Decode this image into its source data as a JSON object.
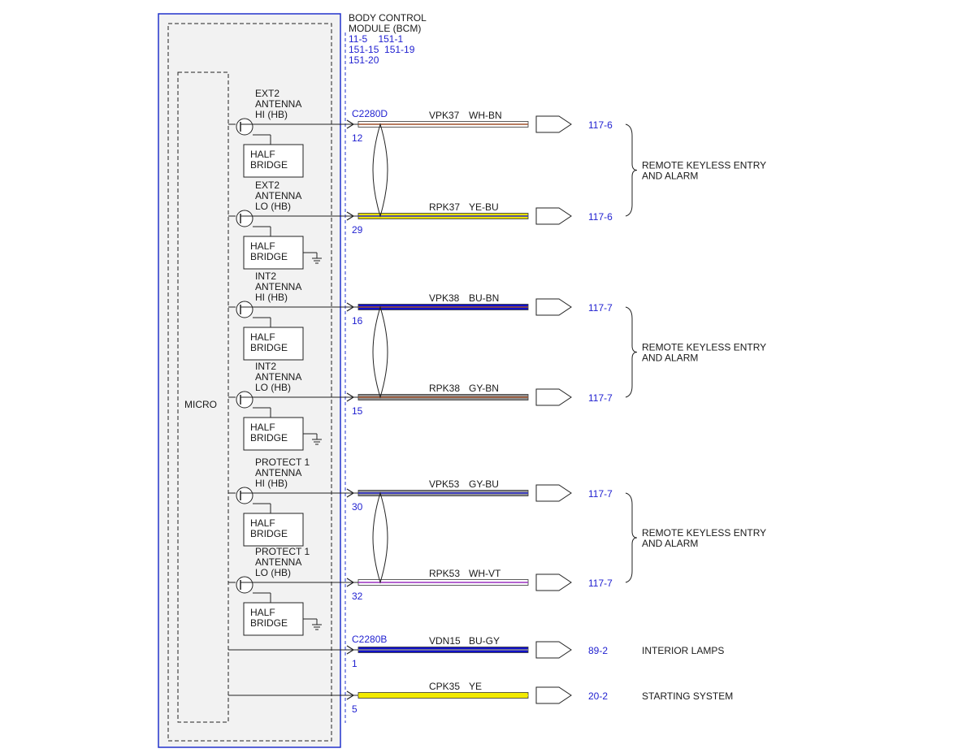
{
  "module": {
    "title_lines": [
      "BODY CONTROL",
      "MODULE (BCM)"
    ],
    "ref_lines": [
      "11-5    151-1",
      "151-15  151-19",
      "151-20"
    ],
    "micro_label": "MICRO"
  },
  "colors": {
    "module_border": "#2233cc",
    "module_fill": "#f2f2f2",
    "ref_text": "#1f1fd0",
    "wire_outline": "#333333"
  },
  "circuits": [
    {
      "id": "ext2-hi",
      "label": [
        "EXT2",
        "ANTENNA",
        "HI (HB)"
      ],
      "bridge": [
        "HALF",
        "BRIDGE"
      ],
      "ground": false,
      "connector": "C2280D",
      "pin": "12",
      "circuit": "VPK37",
      "color": "WH-BN",
      "wire_colors": [
        "#ffffff",
        "#a0522d"
      ],
      "dest": "117-6"
    },
    {
      "id": "ext2-lo",
      "label": [
        "EXT2",
        "ANTENNA",
        "LO (HB)"
      ],
      "bridge": [
        "HALF",
        "BRIDGE"
      ],
      "ground": true,
      "connector": "",
      "pin": "29",
      "circuit": "RPK37",
      "color": "YE-BU",
      "wire_colors": [
        "#e8e000",
        "#2a2ad0"
      ],
      "dest": "117-6"
    },
    {
      "id": "int2-hi",
      "label": [
        "INT2",
        "ANTENNA",
        "HI (HB)"
      ],
      "bridge": [
        "HALF",
        "BRIDGE"
      ],
      "ground": false,
      "connector": "",
      "pin": "16",
      "circuit": "VPK38",
      "color": "BU-BN",
      "wire_colors": [
        "#1010c8",
        "#a0522d"
      ],
      "dest": "117-7"
    },
    {
      "id": "int2-lo",
      "label": [
        "INT2",
        "ANTENNA",
        "LO (HB)"
      ],
      "bridge": [
        "HALF",
        "BRIDGE"
      ],
      "ground": true,
      "connector": "",
      "pin": "15",
      "circuit": "RPK38",
      "color": "GY-BN",
      "wire_colors": [
        "#909090",
        "#a0522d"
      ],
      "dest": "117-7"
    },
    {
      "id": "prot1-hi",
      "label": [
        "PROTECT 1",
        "ANTENNA",
        "HI (HB)"
      ],
      "bridge": [
        "HALF",
        "BRIDGE"
      ],
      "ground": false,
      "connector": "",
      "pin": "30",
      "circuit": "VPK53",
      "color": "GY-BU",
      "wire_colors": [
        "#909090",
        "#2a2ad0"
      ],
      "dest": "117-7"
    },
    {
      "id": "prot1-lo",
      "label": [
        "PROTECT 1",
        "ANTENNA",
        "LO (HB)"
      ],
      "bridge": [
        "HALF",
        "BRIDGE"
      ],
      "ground": true,
      "connector": "",
      "pin": "32",
      "circuit": "RPK53",
      "color": "WH-VT",
      "wire_colors": [
        "#ffffff",
        "#9b30c0"
      ],
      "dest": "117-7"
    },
    {
      "id": "interior",
      "label": [],
      "bridge": [],
      "ground": false,
      "connector": "C2280B",
      "pin": "1",
      "circuit": "VDN15",
      "color": "BU-GY",
      "wire_colors": [
        "#1010c8",
        "#909090"
      ],
      "dest": "89-2"
    },
    {
      "id": "starting",
      "label": [],
      "bridge": [],
      "ground": false,
      "connector": "",
      "pin": "5",
      "circuit": "CPK35",
      "color": "YE",
      "wire_colors": [
        "#f2ea00",
        "#f2ea00"
      ],
      "dest": "20-2"
    }
  ],
  "groups": [
    {
      "lines": [
        "REMOTE KEYLESS ENTRY",
        "AND ALARM"
      ]
    },
    {
      "lines": [
        "REMOTE KEYLESS ENTRY",
        "AND ALARM"
      ]
    },
    {
      "lines": [
        "REMOTE KEYLESS ENTRY",
        "AND ALARM"
      ]
    },
    {
      "lines": [
        "INTERIOR LAMPS"
      ]
    },
    {
      "lines": [
        "STARTING SYSTEM"
      ]
    }
  ]
}
